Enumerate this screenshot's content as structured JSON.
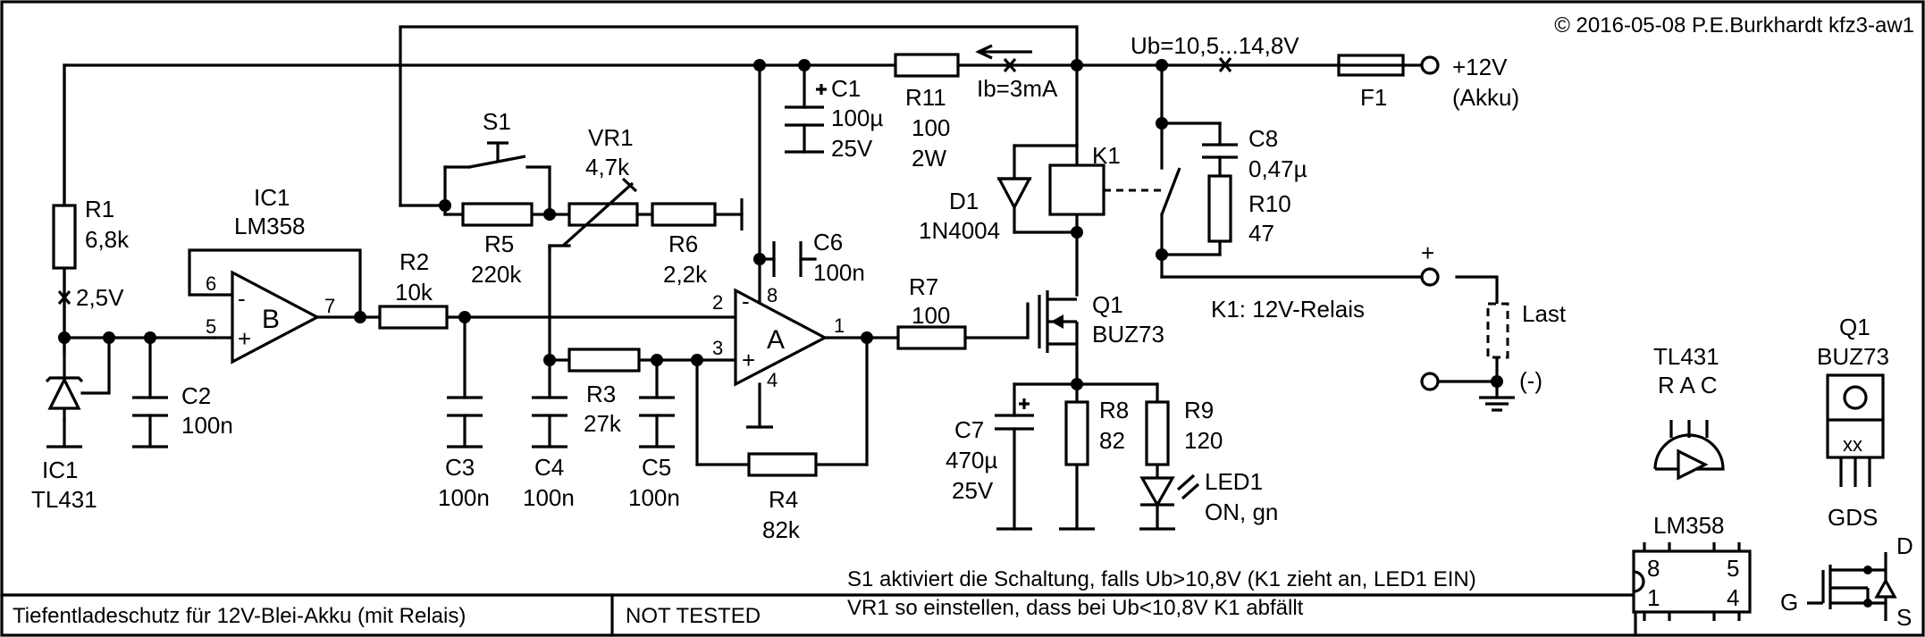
{
  "copyright": "© 2016-05-08 P.E.Burkhardt kfz3-aw1",
  "title": "Tiefentladeschutz für 12V-Blei-Akku (mit Relais)",
  "status": "NOT TESTED",
  "notes": [
    "S1 aktiviert die Schaltung, falls Ub>10,8V (K1 zieht an, LED1 EIN)",
    "VR1 so einstellen, dass bei Ub<10,8V K1 abfällt"
  ],
  "supply": {
    "ub": "Ub=10,5...14,8V",
    "plus": "+12V",
    "akku": "(Akku)",
    "fuse": "F1",
    "ib": "Ib=3mA"
  },
  "load": {
    "plus": "+",
    "minus": "(-)",
    "name": "Last",
    "relay_note": "K1: 12V-Relais"
  },
  "components": {
    "R1": [
      "R1",
      "6,8k"
    ],
    "V25": "2,5V",
    "IC1a": [
      "IC1",
      "LM358"
    ],
    "IC1b": [
      "IC1",
      "TL431"
    ],
    "R2": [
      "R2",
      "10k"
    ],
    "S1": "S1",
    "VR1": [
      "VR1",
      "4,7k"
    ],
    "R5": [
      "R5",
      "220k"
    ],
    "R6": [
      "R6",
      "2,2k"
    ],
    "C1": [
      "C1",
      "100µ",
      "25V"
    ],
    "R11": [
      "R11",
      "100",
      "2W"
    ],
    "C6": [
      "C6",
      "100n"
    ],
    "K1": "K1",
    "D1": [
      "D1",
      "1N4004"
    ],
    "C8": [
      "C8",
      "0,47µ"
    ],
    "R10": [
      "R10",
      "47"
    ],
    "R7": [
      "R7",
      "100"
    ],
    "Q1": [
      "Q1",
      "BUZ73"
    ],
    "C2": [
      "C2",
      "100n"
    ],
    "C3": [
      "C3",
      "100n"
    ],
    "C4": [
      "C4",
      "100n"
    ],
    "C5": [
      "C5",
      "100n"
    ],
    "R3": [
      "R3",
      "27k"
    ],
    "R4": [
      "R4",
      "82k"
    ],
    "C7": [
      "C7",
      "470µ",
      "25V"
    ],
    "R8": [
      "R8",
      "82"
    ],
    "R9": [
      "R9",
      "120"
    ],
    "LED1": [
      "LED1",
      "ON, gn"
    ]
  },
  "opamp": {
    "a": "A",
    "b": "B",
    "pins": {
      "p1": "1",
      "p2": "2",
      "p3": "3",
      "p4": "4",
      "p5": "5",
      "p6": "6",
      "p7": "7",
      "p8": "8"
    },
    "minus": "-",
    "plusSign": "+"
  },
  "pinouts": {
    "tl431": {
      "title": "TL431",
      "pins": "R A C"
    },
    "buz73": {
      "title": [
        "Q1",
        "BUZ73"
      ],
      "mark": "xx",
      "pins": "GDS"
    },
    "lm358": {
      "title": "LM358",
      "p8": "8",
      "p5": "5",
      "p1": "1",
      "p4": "4"
    },
    "mosfet": {
      "g": "G",
      "d": "D",
      "s": "S"
    }
  }
}
